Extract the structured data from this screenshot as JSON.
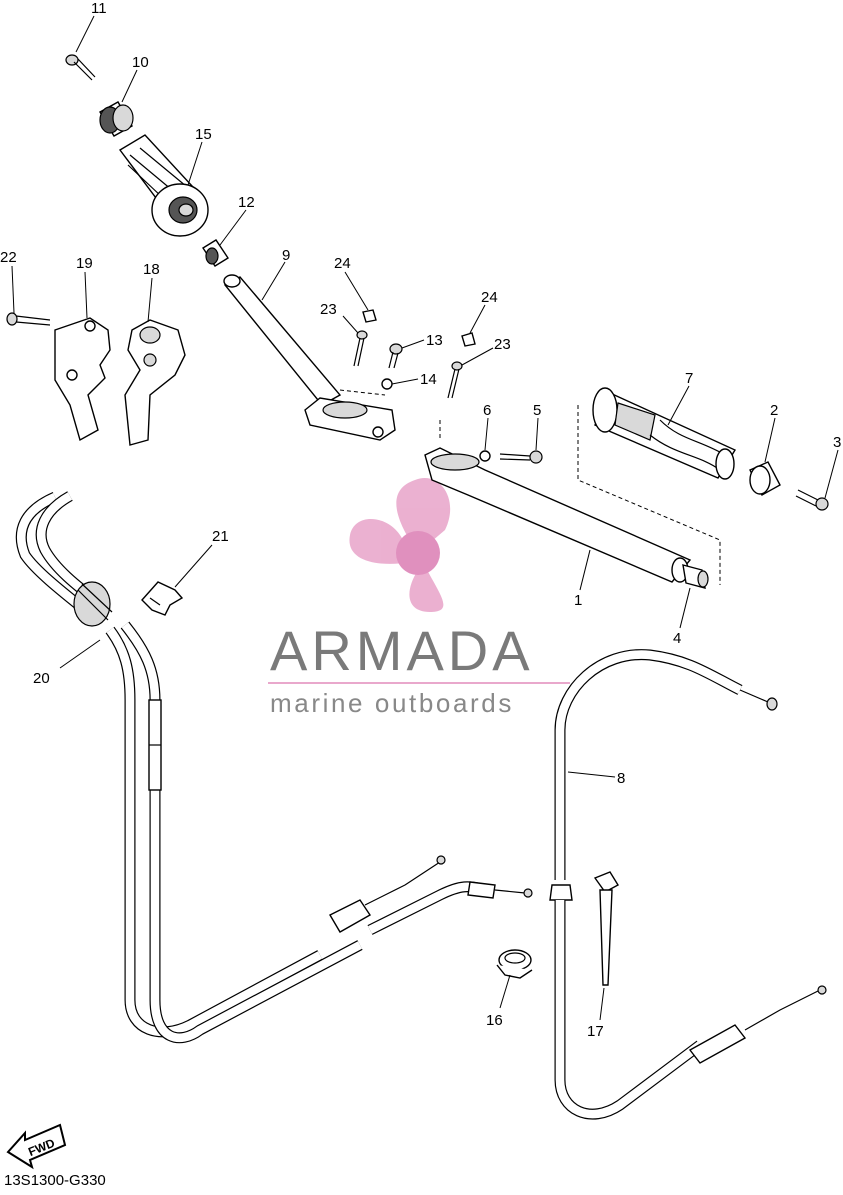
{
  "diagram_code": "13S1300-G330",
  "fwd_label": "FWD",
  "watermark": {
    "title": "ARMADA",
    "subtitle": "marine outboards",
    "colors": {
      "logo": "#e9a8cc",
      "logo_center": "#dd84b8",
      "text": "#7a7a7a"
    }
  },
  "callouts": [
    {
      "id": "c1",
      "label": "1"
    },
    {
      "id": "c2",
      "label": "2"
    },
    {
      "id": "c3",
      "label": "3"
    },
    {
      "id": "c4",
      "label": "4"
    },
    {
      "id": "c5",
      "label": "5"
    },
    {
      "id": "c6",
      "label": "6"
    },
    {
      "id": "c7",
      "label": "7"
    },
    {
      "id": "c8",
      "label": "8"
    },
    {
      "id": "c9",
      "label": "9"
    },
    {
      "id": "c10",
      "label": "10"
    },
    {
      "id": "c11",
      "label": "11"
    },
    {
      "id": "c12",
      "label": "12"
    },
    {
      "id": "c13",
      "label": "13"
    },
    {
      "id": "c14",
      "label": "14"
    },
    {
      "id": "c15",
      "label": "15"
    },
    {
      "id": "c16",
      "label": "16"
    },
    {
      "id": "c17",
      "label": "17"
    },
    {
      "id": "c18",
      "label": "18"
    },
    {
      "id": "c19",
      "label": "19"
    },
    {
      "id": "c20",
      "label": "20"
    },
    {
      "id": "c21",
      "label": "21"
    },
    {
      "id": "c22",
      "label": "22"
    },
    {
      "id": "c23a",
      "label": "23"
    },
    {
      "id": "c23b",
      "label": "23"
    },
    {
      "id": "c24a",
      "label": "24"
    },
    {
      "id": "c24b",
      "label": "24"
    }
  ]
}
